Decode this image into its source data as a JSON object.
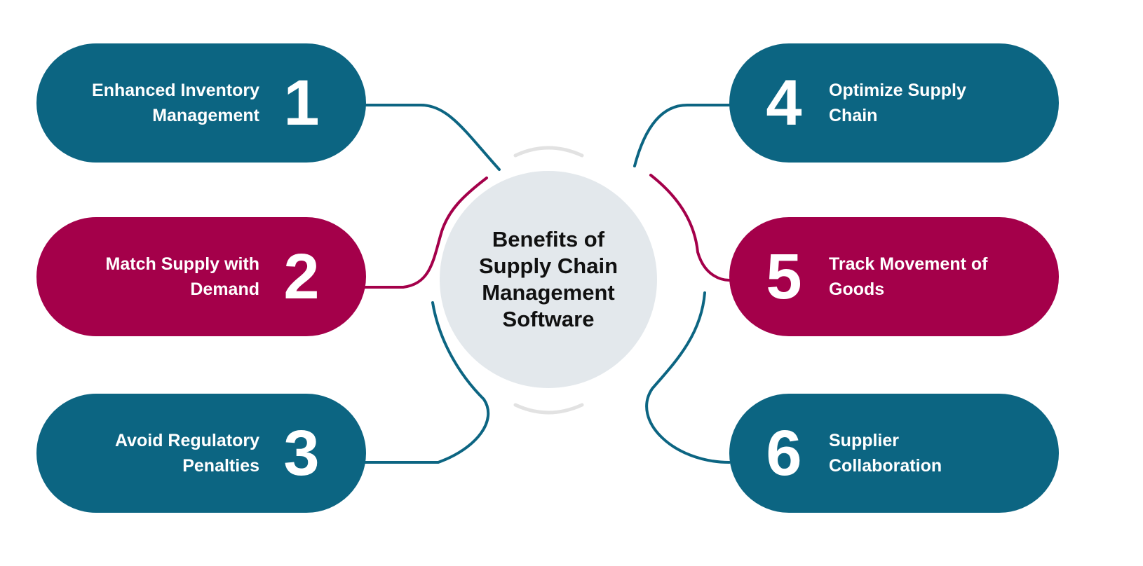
{
  "colors": {
    "teal": "#0C6582",
    "crimson": "#A4004A",
    "center_fill": "#E3E8EC",
    "arc_gray": "#E2E2E2",
    "text_light": "#FFFFFF",
    "text_dark": "#111111"
  },
  "center": {
    "title_lines": [
      "Benefits of",
      "Supply Chain",
      "Management",
      "Software"
    ]
  },
  "benefits": [
    {
      "number": "1",
      "lines": [
        "Enhanced Inventory",
        "Management"
      ],
      "color": "teal",
      "side": "left"
    },
    {
      "number": "2",
      "lines": [
        "Match Supply with",
        "Demand"
      ],
      "color": "crimson",
      "side": "left"
    },
    {
      "number": "3",
      "lines": [
        "Avoid Regulatory",
        "Penalties"
      ],
      "color": "teal",
      "side": "left"
    },
    {
      "number": "4",
      "lines": [
        "Optimize Supply",
        "Chain"
      ],
      "color": "teal",
      "side": "right"
    },
    {
      "number": "5",
      "lines": [
        "Track Movement of",
        "Goods"
      ],
      "color": "crimson",
      "side": "right"
    },
    {
      "number": "6",
      "lines": [
        "Supplier",
        "Collaboration"
      ],
      "color": "teal",
      "side": "right"
    }
  ]
}
